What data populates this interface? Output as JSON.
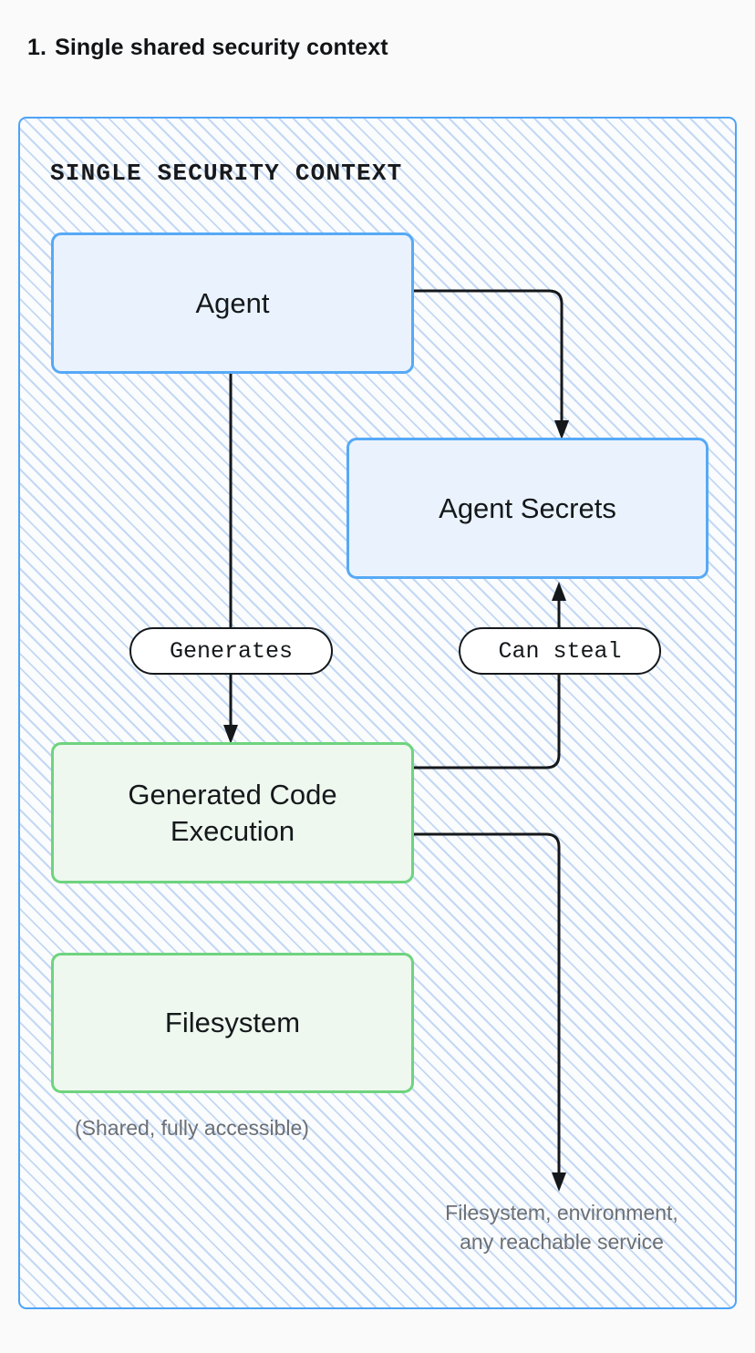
{
  "heading": {
    "number": "1.",
    "text": "Single shared security context"
  },
  "container": {
    "label": "SINGLE SECURITY CONTEXT",
    "border_color": "#4da3f7",
    "hatch_color": "#c3d8f4",
    "fill_color": "#fbfcfd"
  },
  "nodes": [
    {
      "id": "agent",
      "label": "Agent",
      "style": "blue",
      "border_color": "#56a9f6",
      "fill_color": "#eaf3fd"
    },
    {
      "id": "agent-secrets",
      "label": "Agent Secrets",
      "style": "blue",
      "border_color": "#56a9f6",
      "fill_color": "#eaf3fd"
    },
    {
      "id": "generated",
      "label": "Generated Code Execution",
      "style": "green",
      "border_color": "#6ed47e",
      "fill_color": "#eef8ef"
    },
    {
      "id": "filesystem",
      "label": "Filesystem",
      "style": "green",
      "border_color": "#6ed47e",
      "fill_color": "#eef8ef"
    }
  ],
  "edges": [
    {
      "id": "agent-to-secrets",
      "label": "",
      "from": "agent",
      "to": "agent-secrets"
    },
    {
      "id": "agent-to-generated",
      "label": "Generates",
      "from": "agent",
      "to": "generated"
    },
    {
      "id": "generated-to-secrets",
      "label": "Can steal",
      "from": "generated",
      "to": "agent-secrets"
    },
    {
      "id": "generated-to-outside",
      "label": "",
      "from": "generated",
      "to": "external-reach"
    }
  ],
  "captions": {
    "shared": "(Shared, fully accessible)",
    "reach_line1": "Filesystem, environment,",
    "reach_line2": "any reachable service"
  },
  "colors": {
    "page_background": "#fafafa",
    "text": "#15181b",
    "muted_text": "#6c7075",
    "connector": "#15181b"
  }
}
